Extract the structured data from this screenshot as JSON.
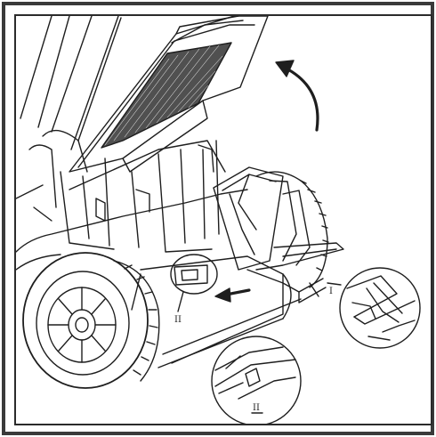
{
  "figure": {
    "callouts": {
      "detail_one_label": "I",
      "detail_two_label_small": "II",
      "detail_two_label_large": "II"
    },
    "colors": {
      "line": "#1e1e1e",
      "frame": "#3a3a3a",
      "mesh": "#2a2a2a",
      "background": "#ffffff"
    },
    "arrows": {
      "rotation_arrow": "curved-lift-arrow",
      "push_arrow": "straight-insert-arrow"
    }
  }
}
